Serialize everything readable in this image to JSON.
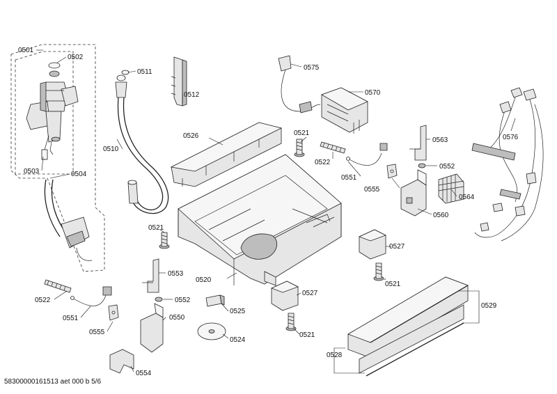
{
  "labels": {
    "l0501": "0501",
    "l0502": "0502",
    "l0503": "0503",
    "l0504": "0504",
    "l0510": "0510",
    "l0511": "0511",
    "l0512": "0512",
    "l0520": "0520",
    "l0521a": "0521",
    "l0521b": "0521",
    "l0521c": "0521",
    "l0521d": "0521",
    "l0522a": "0522",
    "l0522b": "0522",
    "l0524": "0524",
    "l0525": "0525",
    "l0526": "0526",
    "l0527a": "0527",
    "l0527b": "0527",
    "l0528": "0528",
    "l0529": "0529",
    "l0550": "0550",
    "l0551a": "0551",
    "l0551b": "0551",
    "l0552a": "0552",
    "l0552b": "0552",
    "l0553": "0553",
    "l0554": "0554",
    "l0555a": "0555",
    "l0555b": "0555",
    "l0560": "0560",
    "l0563": "0563",
    "l0564": "0564",
    "l0570": "0570",
    "l0575": "0575",
    "l0576": "0576"
  },
  "footer": "58300000161513 aet 000 b 5/6"
}
